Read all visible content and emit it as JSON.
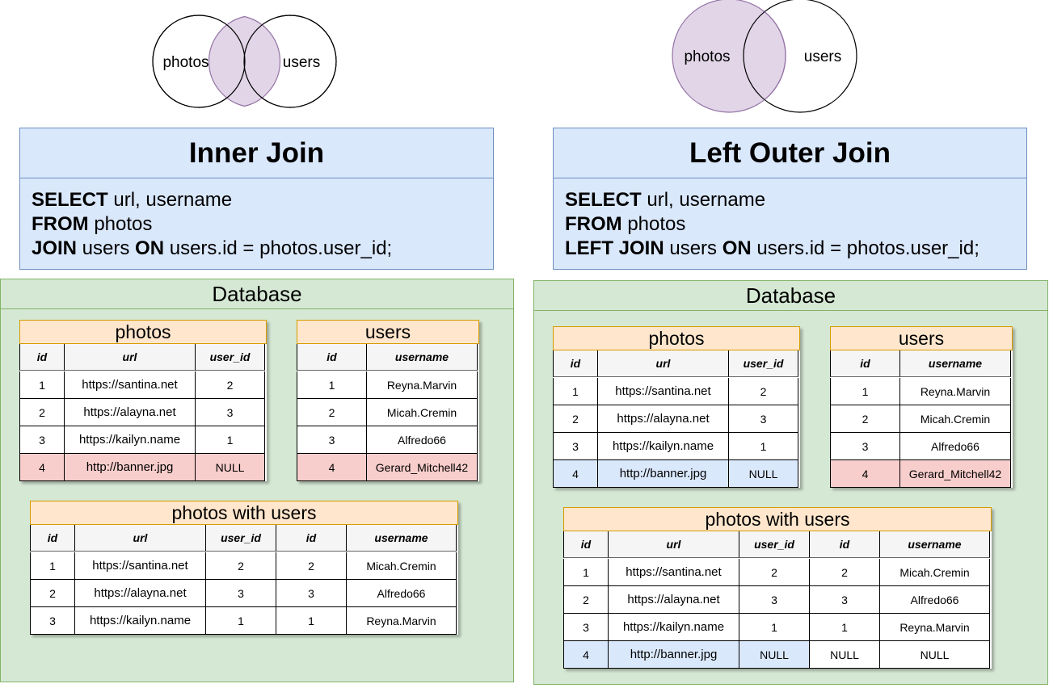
{
  "left": {
    "venn": {
      "left_label": "photos",
      "right_label": "users",
      "fill": "#e1d5e7"
    },
    "title": "Inner Join",
    "sql": [
      {
        "kw": "SELECT",
        "rest": " url, username"
      },
      {
        "kw": "FROM",
        "rest": " photos"
      },
      {
        "kw": "JOIN",
        "rest": " users ",
        "kw2": "ON",
        "rest2": " users.id = photos.user_id;"
      }
    ],
    "db_title": "Database",
    "photos": {
      "title": "photos",
      "headers": [
        "id",
        "url",
        "user_id"
      ],
      "rows": [
        [
          "1",
          "https://santina.net",
          "2"
        ],
        [
          "2",
          "https://alayna.net",
          "3"
        ],
        [
          "3",
          "https://kailyn.name",
          "1"
        ],
        [
          "4",
          "http://banner.jpg",
          "NULL"
        ]
      ],
      "highlight": {
        "3": "r"
      }
    },
    "users": {
      "title": "users",
      "headers": [
        "id",
        "username"
      ],
      "rows": [
        [
          "1",
          "Reyna.Marvin"
        ],
        [
          "2",
          "Micah.Cremin"
        ],
        [
          "3",
          "Alfredo66"
        ],
        [
          "4",
          "Gerard_Mitchell42"
        ]
      ],
      "highlight": {
        "3": "r"
      }
    },
    "result": {
      "title": "photos with users",
      "headers": [
        "id",
        "url",
        "user_id",
        "id",
        "username"
      ],
      "rows": [
        [
          "1",
          "https://santina.net",
          "2",
          "2",
          "Micah.Cremin"
        ],
        [
          "2",
          "https://alayna.net",
          "3",
          "3",
          "Alfredo66"
        ],
        [
          "3",
          "https://kailyn.name",
          "1",
          "1",
          "Reyna.Marvin"
        ]
      ],
      "highlight": {}
    }
  },
  "right": {
    "venn": {
      "left_label": "photos",
      "right_label": "users",
      "fill": "#e1d5e7"
    },
    "title": "Left Outer Join",
    "sql": [
      {
        "kw": "SELECT",
        "rest": " url, username"
      },
      {
        "kw": "FROM",
        "rest": " photos"
      },
      {
        "kw": "LEFT JOIN",
        "rest": " users ",
        "kw2": "ON",
        "rest2": " users.id = photos.user_id;"
      }
    ],
    "db_title": "Database",
    "photos": {
      "title": "photos",
      "headers": [
        "id",
        "url",
        "user_id"
      ],
      "rows": [
        [
          "1",
          "https://santina.net",
          "2"
        ],
        [
          "2",
          "https://alayna.net",
          "3"
        ],
        [
          "3",
          "https://kailyn.name",
          "1"
        ],
        [
          "4",
          "http://banner.jpg",
          "NULL"
        ]
      ],
      "highlight": {
        "3": "b"
      }
    },
    "users": {
      "title": "users",
      "headers": [
        "id",
        "username"
      ],
      "rows": [
        [
          "1",
          "Reyna.Marvin"
        ],
        [
          "2",
          "Micah.Cremin"
        ],
        [
          "3",
          "Alfredo66"
        ],
        [
          "4",
          "Gerard_Mitchell42"
        ]
      ],
      "highlight": {
        "3": "r"
      }
    },
    "result": {
      "title": "photos with users",
      "headers": [
        "id",
        "url",
        "user_id",
        "id",
        "username"
      ],
      "rows": [
        [
          "1",
          "https://santina.net",
          "2",
          "2",
          "Micah.Cremin"
        ],
        [
          "2",
          "https://alayna.net",
          "3",
          "3",
          "Alfredo66"
        ],
        [
          "3",
          "https://kailyn.name",
          "1",
          "1",
          "Reyna.Marvin"
        ],
        [
          "4",
          "http://banner.jpg",
          "NULL",
          "NULL",
          "NULL"
        ]
      ],
      "highlight": {
        "3": "b-partial"
      }
    }
  }
}
